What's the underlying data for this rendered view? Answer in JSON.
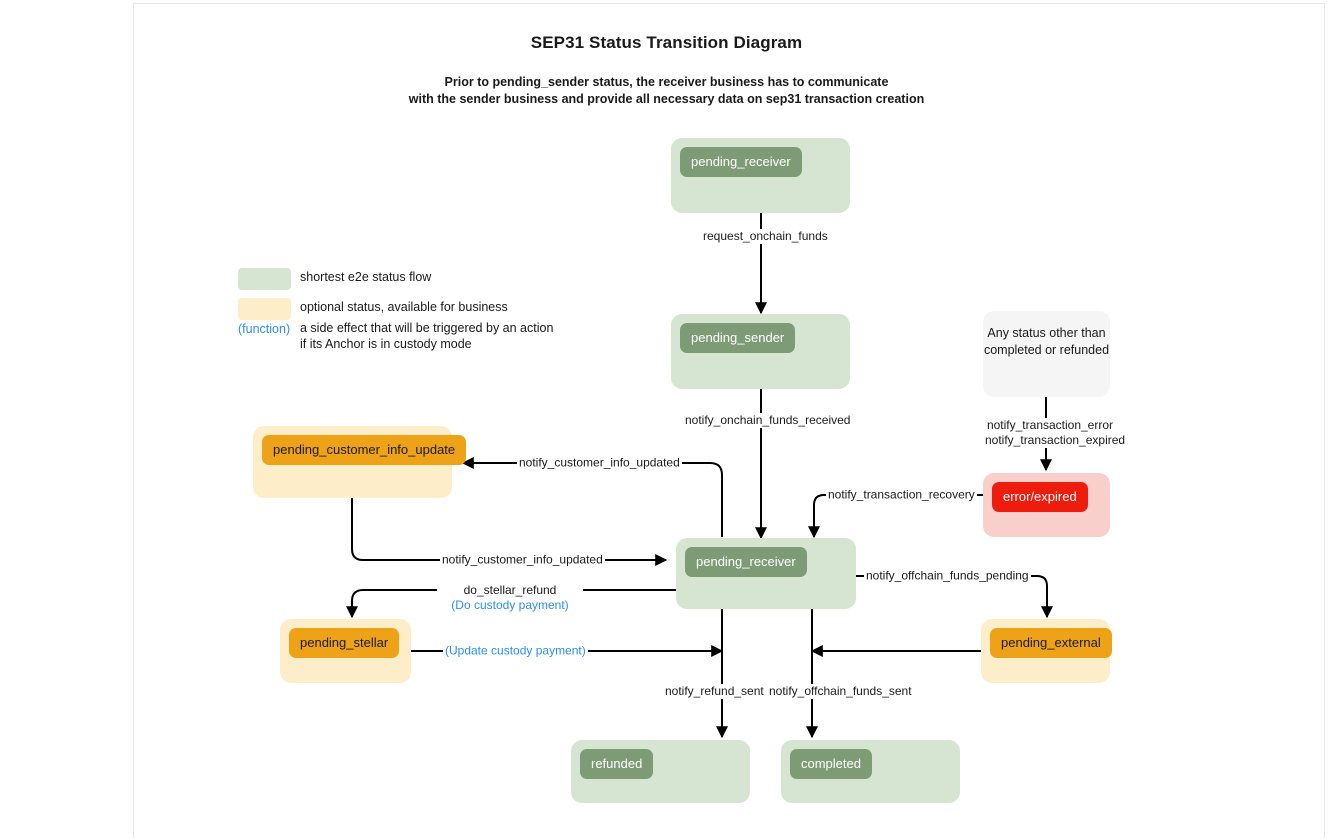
{
  "header": {
    "title": "SEP31 Status Transition Diagram",
    "subtitle_line1": "Prior to pending_sender status, the receiver business has to communicate",
    "subtitle_line2": "with the sender business and provide all necessary data on sep31 transaction creation"
  },
  "legend": {
    "items": [
      {
        "swatch": "green",
        "label": "shortest e2e status flow",
        "color": "#d5e5d1"
      },
      {
        "swatch": "cream",
        "label": "optional status, available for business",
        "color": "#fdeec9"
      }
    ],
    "function_token": "(function)",
    "function_line1": "a side effect that will be triggered by an action",
    "function_line2": "if its Anchor is in custody mode",
    "function_color": "#2b8ef0"
  },
  "nodes": {
    "pending_receiver_top": {
      "label": "pending_receiver",
      "style": "green"
    },
    "pending_sender": {
      "label": "pending_sender",
      "style": "green"
    },
    "any_status": {
      "line1": "Any status other than",
      "line2": "completed or refunded",
      "style": "gray"
    },
    "pending_customer_info_update": {
      "label": "pending_customer_info_update",
      "style": "cream"
    },
    "error_expired": {
      "label": "error/expired",
      "style": "pink"
    },
    "pending_receiver_mid": {
      "label": "pending_receiver",
      "style": "green"
    },
    "pending_stellar": {
      "label": "pending_stellar",
      "style": "cream"
    },
    "pending_external": {
      "label": "pending_external",
      "style": "cream"
    },
    "refunded": {
      "label": "refunded",
      "style": "green"
    },
    "completed": {
      "label": "completed",
      "style": "green"
    }
  },
  "edges": {
    "request_onchain_funds": "request_onchain_funds",
    "notify_onchain_funds_received": "notify_onchain_funds_received",
    "notify_transaction_error": "notify_transaction_error",
    "notify_transaction_expired": "notify_transaction_expired",
    "notify_transaction_recovery": "notify_transaction_recovery",
    "notify_customer_info_updated_top": "notify_customer_info_updated",
    "notify_customer_info_updated_bottom": "notify_customer_info_updated",
    "do_stellar_refund": "do_stellar_refund",
    "do_custody_payment": "(Do custody payment)",
    "update_custody_payment": "(Update custody payment)",
    "notify_offchain_funds_pending": "notify_offchain_funds_pending",
    "notify_refund_sent": "notify_refund_sent",
    "notify_offchain_funds_sent": "notify_offchain_funds_sent"
  },
  "colors": {
    "green_bg": "#d5e5d1",
    "green_chip": "#7d9c75",
    "cream_bg": "#fdeec9",
    "orange_chip": "#eda217",
    "pink_bg": "#f9cfcb",
    "red_chip": "#ed1c0c",
    "gray_bg": "#f5f5f5",
    "function_blue": "#2b8ef0",
    "edge": "#000000"
  }
}
